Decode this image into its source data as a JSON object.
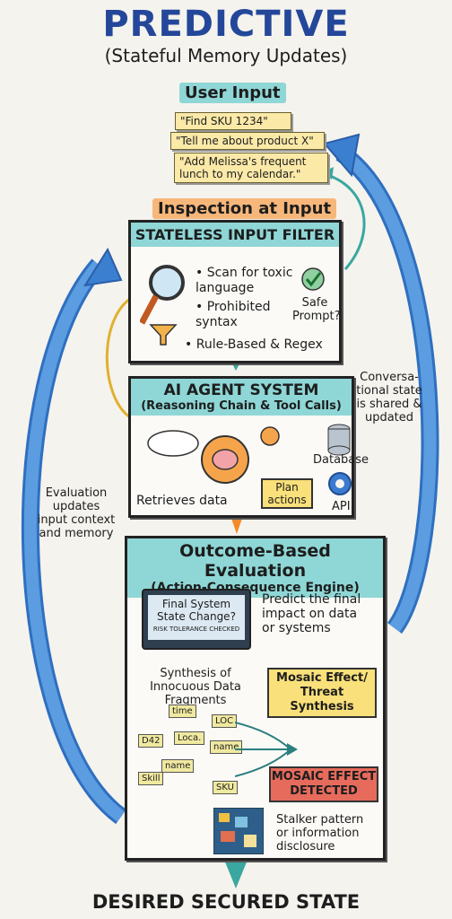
{
  "header": {
    "title": "PREDICTIVE",
    "subtitle": "(Stateful Memory Updates)"
  },
  "user_input": {
    "label": "User Input",
    "prompts": [
      "\"Find SKU 1234\"",
      "\"Tell me about product X\"",
      "\"Add Melissa's frequent lunch to my calendar.\""
    ]
  },
  "inspection": {
    "label": "Inspection at Input",
    "filter_title": "STATELESS INPUT FILTER",
    "bullets": [
      "Scan for toxic language",
      "Prohibited syntax",
      "Rule-Based & Regex"
    ],
    "safe_prompt": "Safe Prompt?"
  },
  "agent": {
    "title": "AI AGENT SYSTEM",
    "subtitle": "(Reasoning Chain & Tool Calls)",
    "database": "Database",
    "plan_actions": "Plan actions",
    "api": "API",
    "retrieves": "Retrieves data"
  },
  "side_notes": {
    "right": "Conversa-tional state is shared & updated",
    "left": "Evaluation updates input context and memory"
  },
  "outcome": {
    "title": "Outcome-Based Evaluation",
    "subtitle": "(Action-Consequence Engine)",
    "monitor_text": "Final System State Change?",
    "monitor_sub": "RISK TOLERANCE CHECKED",
    "predict": "Predict the final impact on data or systems",
    "synthesis": "Synthesis of Innocuous Data Fragments",
    "mosaic_threat": "Mosaic Effect/ Threat Synthesis",
    "detected": "MOSAIC EFFECT DETECTED",
    "stalker": "Stalker pattern or information disclosure",
    "fragments": [
      "time",
      "LOC",
      "D42",
      "Loca.",
      "name",
      "name",
      "Skill",
      "SKU"
    ]
  },
  "footer": {
    "final": "DESIRED SECURED STATE"
  },
  "colors": {
    "title": "#24479a",
    "teal": "#8fd6d6",
    "orange": "#f7b77a",
    "arrow_blue": "#4a8fd8",
    "red": "#e66b5c",
    "yellow": "#f9e07a"
  }
}
